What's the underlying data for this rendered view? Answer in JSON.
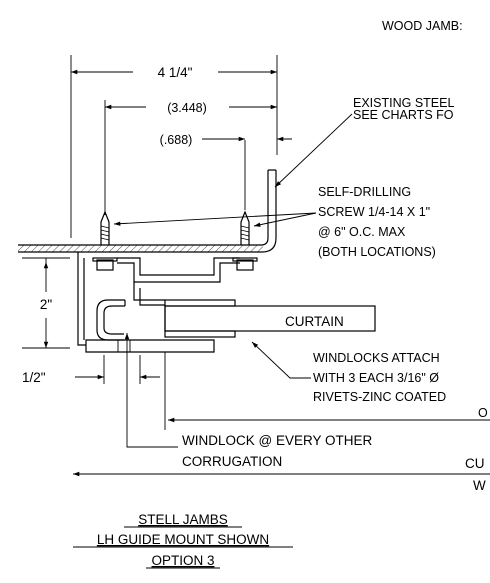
{
  "labels": {
    "wood_jambs": "WOOD JAMB:",
    "dim_overall": "4 1/4\"",
    "dim_3448": "(3.448)",
    "dim_688": "(.688)",
    "existing_steel_1": "EXISTING STEEL",
    "existing_steel_2": "SEE CHARTS FO",
    "screw_1": "SELF-DRILLING",
    "screw_2": "SCREW 1/4-14 X 1\"",
    "screw_3": "@ 6\" O.C. MAX",
    "screw_4": "(BOTH LOCATIONS)",
    "dim_2": "2\"",
    "dim_half": "1/2\"",
    "curtain": "CURTAIN",
    "windlocks_1": "WINDLOCKS ATTACH",
    "windlocks_2": "WITH 3 EACH 3/16\" Ø",
    "windlocks_3": "RIVETS-ZINC COATED",
    "windlocks_4": "O",
    "windlock_1": "WINDLOCK @ EVERY OTHER",
    "windlock_2": "CORRUGATION",
    "cut_1": "CU",
    "cut_2": "W",
    "title_1": "STELL JAMBS",
    "title_2": "LH GUIDE MOUNT SHOWN",
    "title_3": "OPTION 3"
  }
}
